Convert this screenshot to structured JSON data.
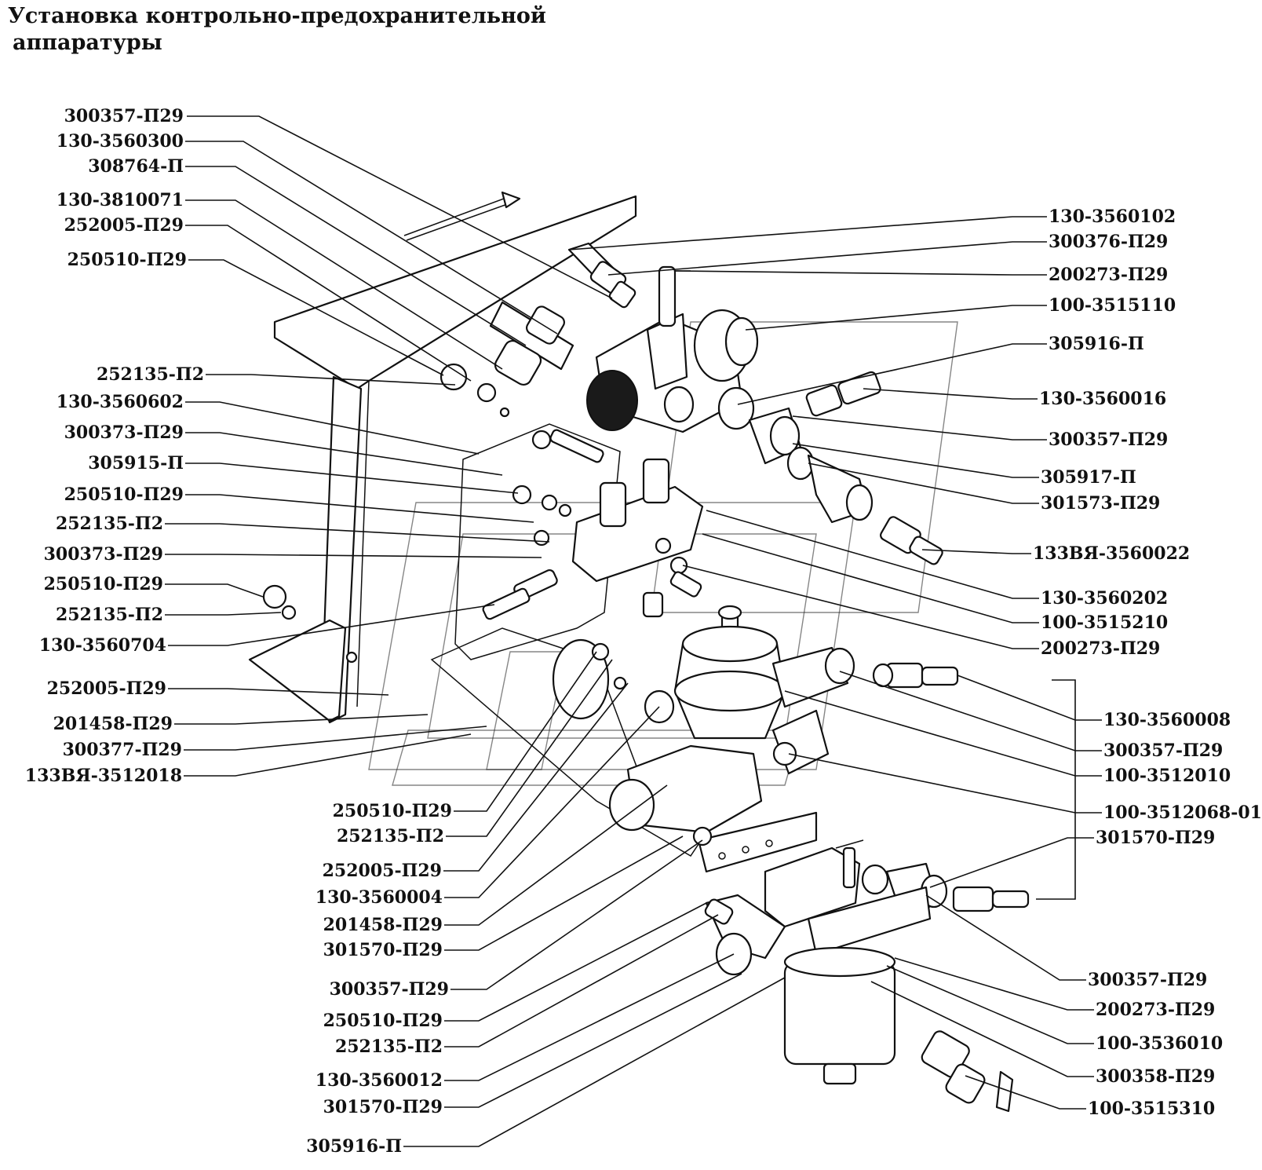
{
  "title": {
    "line1": "Установка контрольно-предохранительной",
    "line2": "аппаратуры"
  },
  "labels": [
    {
      "id": "l01",
      "text": "300357-П29"
    },
    {
      "id": "l02",
      "text": "130-3560300"
    },
    {
      "id": "l03",
      "text": "308764-П"
    },
    {
      "id": "l04",
      "text": "130-3810071"
    },
    {
      "id": "l05",
      "text": "252005-П29"
    },
    {
      "id": "l06",
      "text": "250510-П29"
    },
    {
      "id": "l07",
      "text": "252135-П2"
    },
    {
      "id": "l08",
      "text": "130-3560602"
    },
    {
      "id": "l09",
      "text": "300373-П29"
    },
    {
      "id": "l10",
      "text": "305915-П"
    },
    {
      "id": "l11",
      "text": "250510-П29"
    },
    {
      "id": "l12",
      "text": "252135-П2"
    },
    {
      "id": "l13",
      "text": "300373-П29"
    },
    {
      "id": "l14",
      "text": "250510-П29"
    },
    {
      "id": "l15",
      "text": "252135-П2"
    },
    {
      "id": "l16",
      "text": "130-3560704"
    },
    {
      "id": "l17",
      "text": "252005-П29"
    },
    {
      "id": "l18",
      "text": "201458-П29"
    },
    {
      "id": "l19",
      "text": "300377-П29"
    },
    {
      "id": "l20",
      "text": "133ВЯ-3512018"
    },
    {
      "id": "l21",
      "text": "250510-П29"
    },
    {
      "id": "l22",
      "text": "252135-П2"
    },
    {
      "id": "l23",
      "text": "252005-П29"
    },
    {
      "id": "l24",
      "text": "130-3560004"
    },
    {
      "id": "l25",
      "text": "201458-П29"
    },
    {
      "id": "l26",
      "text": "301570-П29"
    },
    {
      "id": "l27",
      "text": "300357-П29"
    },
    {
      "id": "l28",
      "text": "250510-П29"
    },
    {
      "id": "l29",
      "text": "252135-П2"
    },
    {
      "id": "l30",
      "text": "130-3560012"
    },
    {
      "id": "l31",
      "text": "301570-П29"
    },
    {
      "id": "l32",
      "text": "305916-П"
    },
    {
      "id": "r01",
      "text": "130-3560102"
    },
    {
      "id": "r02",
      "text": "300376-П29"
    },
    {
      "id": "r03",
      "text": "200273-П29"
    },
    {
      "id": "r04",
      "text": "100-3515110"
    },
    {
      "id": "r05",
      "text": "305916-П"
    },
    {
      "id": "r06",
      "text": "130-3560016"
    },
    {
      "id": "r07",
      "text": "300357-П29"
    },
    {
      "id": "r08",
      "text": "305917-П"
    },
    {
      "id": "r09",
      "text": "301573-П29"
    },
    {
      "id": "r10",
      "text": "133ВЯ-3560022"
    },
    {
      "id": "r11",
      "text": "130-3560202"
    },
    {
      "id": "r12",
      "text": "100-3515210"
    },
    {
      "id": "r13",
      "text": "200273-П29"
    },
    {
      "id": "r14",
      "text": "130-3560008"
    },
    {
      "id": "r15",
      "text": "300357-П29"
    },
    {
      "id": "r16",
      "text": "100-3512010"
    },
    {
      "id": "r17",
      "text": "100-3512068-01"
    },
    {
      "id": "r18",
      "text": "301570-П29"
    },
    {
      "id": "r19",
      "text": "300357-П29"
    },
    {
      "id": "r20",
      "text": "200273-П29"
    },
    {
      "id": "r21",
      "text": "100-3536010"
    },
    {
      "id": "r22",
      "text": "300358-П29"
    },
    {
      "id": "r23",
      "text": "100-3515310"
    }
  ]
}
